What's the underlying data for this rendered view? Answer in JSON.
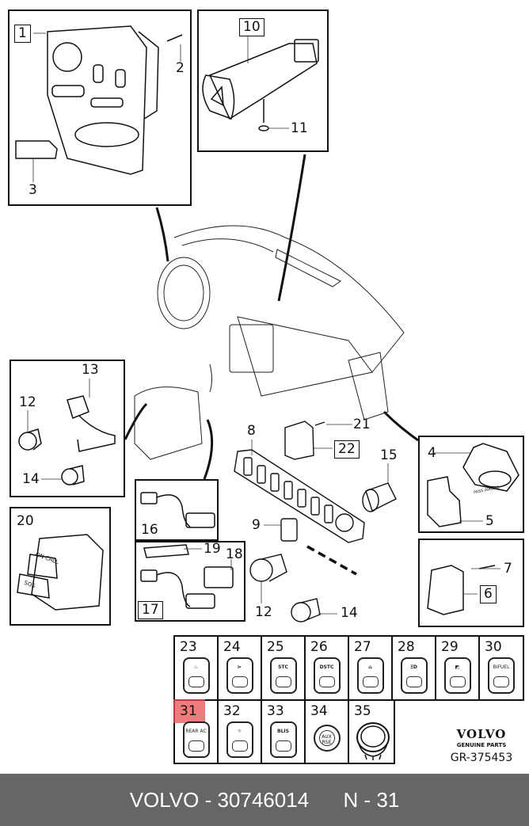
{
  "diagram": {
    "title_brand": "VOLVO",
    "genuine_parts": "GENUINE PARTS",
    "diagram_code": "GR-375453",
    "callouts": {
      "p1": "1",
      "p2": "2",
      "p3": "3",
      "p4": "4",
      "p5": "5",
      "p6": "6",
      "p7": "7",
      "p8": "8",
      "p9": "9",
      "p10": "10",
      "p11": "11",
      "p12a": "12",
      "p12b": "12",
      "p13": "13",
      "p14a": "14",
      "p14b": "14",
      "p15": "15",
      "p16": "16",
      "p17": "17",
      "p18": "18",
      "p19": "19",
      "p20": "20",
      "p21": "21",
      "p22": "22"
    },
    "part_text": {
      "on_call": "ON CALL",
      "sos": "SOS",
      "pass_airbag": "PASS AIRBAG"
    },
    "switch_grid": [
      {
        "num": "23",
        "symbol": "seat-heat",
        "text": "",
        "type": "rocker"
      },
      {
        "num": "24",
        "symbol": "headlamp-wash",
        "text": "",
        "type": "rocker"
      },
      {
        "num": "25",
        "symbol": "",
        "text": "STC",
        "type": "rocker"
      },
      {
        "num": "26",
        "symbol": "",
        "text": "DSTC",
        "type": "rocker"
      },
      {
        "num": "27",
        "symbol": "car-alarm",
        "text": "",
        "type": "rocker"
      },
      {
        "num": "28",
        "symbol": "fog-light",
        "text": "ΞD",
        "type": "rocker"
      },
      {
        "num": "29",
        "symbol": "child-lock",
        "text": "",
        "type": "rocker"
      },
      {
        "num": "30",
        "symbol": "",
        "text": "BIFUEL",
        "type": "rocker"
      },
      {
        "num": "31",
        "symbol": "",
        "text": "REAR AC",
        "type": "rocker",
        "highlighted": true
      },
      {
        "num": "32",
        "symbol": "interior-light",
        "text": "",
        "type": "rocker"
      },
      {
        "num": "33",
        "symbol": "",
        "text": "BLIS",
        "type": "rocker"
      },
      {
        "num": "34",
        "symbol": "",
        "text": "AUX RSE",
        "type": "round"
      },
      {
        "num": "35",
        "symbol": "",
        "text": "",
        "type": "socket"
      }
    ],
    "highlight_color": "#e85050"
  },
  "footer": {
    "brand": "VOLVO",
    "part_number": "30746014",
    "position": "N - 31",
    "background": "#666666"
  }
}
